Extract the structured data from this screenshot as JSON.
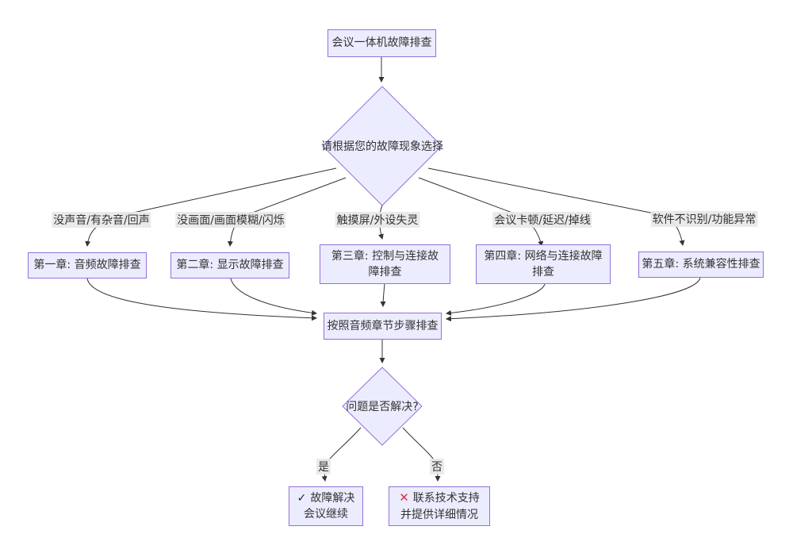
{
  "flowchart": {
    "nodes": {
      "start": "会议一体机故障排查",
      "decision_symptom": "请根据您的故障现象选择",
      "chapter1": "第一章: 音频故障排查",
      "chapter2": "第二章: 显示故障排查",
      "chapter3": "第三章: 控制与连接故障排查",
      "chapter4": "第四章: 网络与连接故障排查",
      "chapter5": "第五章: 系统兼容性排查",
      "follow_steps": "按照音频章节步骤排查",
      "decision_resolved": "问题是否解决?",
      "resolved": {
        "icon": "✓",
        "line1": "故障解决",
        "line2": "会议继续"
      },
      "support": {
        "icon": "✕",
        "line1": "联系技术支持",
        "line2": "并提供详细情况"
      }
    },
    "edge_labels": {
      "audio": "没声音/有杂音/回声",
      "display": "没画面/画面模糊/闪烁",
      "touch": "触摸屏/外设失灵",
      "network": "会议卡顿/延迟/掉线",
      "software": "软件不识别/功能异常",
      "yes": "是",
      "no": "否"
    },
    "colors": {
      "node_fill": "#ECECFF",
      "node_border": "#9370DB",
      "edge_line": "#333333",
      "edge_label_bg": "#E8E8E8",
      "text": "#333333",
      "error_icon": "#DB2E44",
      "success_icon": "#222222"
    }
  }
}
